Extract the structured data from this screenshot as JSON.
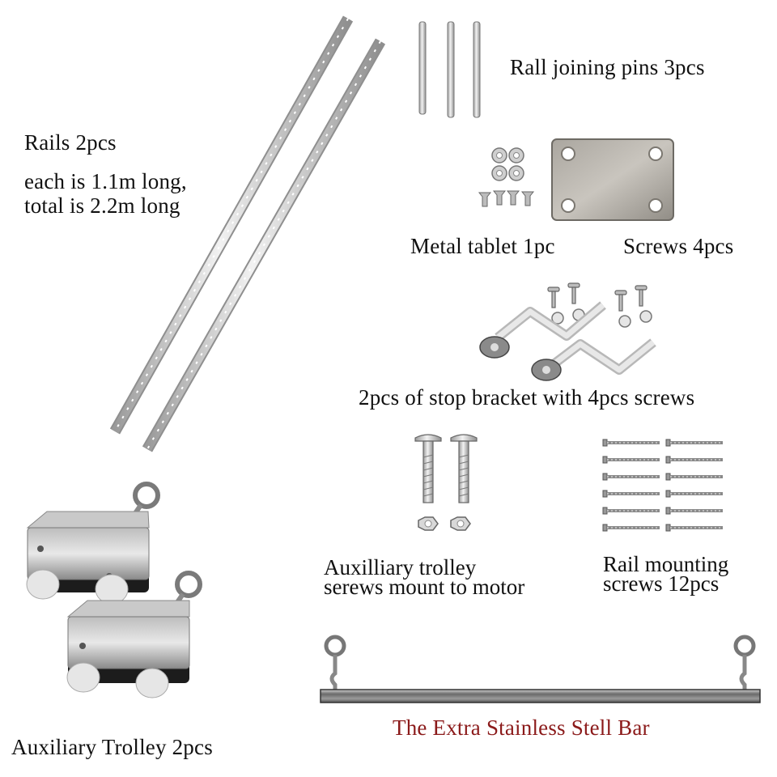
{
  "labels": {
    "rails_title": "Rails 2pcs",
    "rails_line1": "each is 1.1m long,",
    "rails_line2": "total is 2.2m long",
    "joining_pins": "Rall joining pins 3pcs",
    "metal_tablet": "Metal tablet 1pc",
    "screws4": "Screws 4pcs",
    "stop_bracket": "2pcs of stop bracket with 4pcs screws",
    "aux_screws_line1": "Auxilliary trolley",
    "aux_screws_line2": "serews mount to motor",
    "rail_mount_line1": "Rail mounting",
    "rail_mount_line2": "screws 12pcs",
    "aux_trolley": "Auxiliary Trolley 2pcs",
    "extra_bar": "The Extra Stainless Stell Bar"
  },
  "colors": {
    "text": "#111111",
    "accent_red": "#8b1a1a",
    "metal_light": "#d9d9d9",
    "metal_dark": "#8a8a8a",
    "background": "#ffffff"
  },
  "icons": {
    "rails": "rail-pair-icon",
    "pins": "joining-pin-icon",
    "tablet": "metal-plate-icon",
    "screws": "screw-nut-icon",
    "bracket": "stop-bracket-icon",
    "bolts": "bolt-icon",
    "wood_screws": "wood-screw-icon",
    "trolley": "trolley-icon",
    "bar": "steel-bar-icon"
  }
}
